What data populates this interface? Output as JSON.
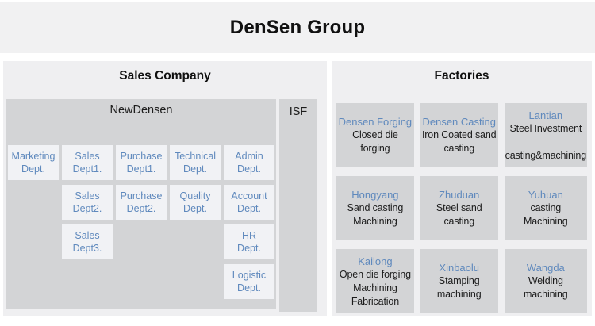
{
  "page": {
    "title": "DenSen Group"
  },
  "colors": {
    "header_bg": "#f1f1f2",
    "section_bg": "#efeff1",
    "panel_gray": "#d3d4d6",
    "dept_box_bg": "#f1f2f5",
    "accent_blue": "#5f89bd",
    "text_dark": "#1c1c1c"
  },
  "sales": {
    "heading": "Sales Company",
    "group_label": "NewDensen",
    "isf_label": "ISF",
    "departments": [
      {
        "label": "Marketing\nDept."
      },
      {
        "label": "Sales\nDept1."
      },
      {
        "label": "Purchase\nDept1."
      },
      {
        "label": "Technical\nDept."
      },
      {
        "label": "Admin\nDept."
      },
      {
        "label": "Sales\nDept2."
      },
      {
        "label": "Purchase\nDept2."
      },
      {
        "label": "Quality\nDept."
      },
      {
        "label": "Account\nDept."
      },
      {
        "label": "Sales\nDept3."
      },
      {
        "label": "HR\nDept."
      },
      {
        "label": "Logistic\nDept."
      }
    ]
  },
  "factories": {
    "heading": "Factories",
    "items": [
      {
        "name": "Densen Forging",
        "desc": "Closed die forging"
      },
      {
        "name": "Densen Casting",
        "desc": "Iron Coated sand\ncasting"
      },
      {
        "name": "Lantian",
        "desc": "Steel Investment\n\ncasting&machining"
      },
      {
        "name": "Hongyang",
        "desc": "Sand casting\nMachining"
      },
      {
        "name": "Zhuduan",
        "desc": "Steel sand casting"
      },
      {
        "name": "Yuhuan",
        "desc": "casting\nMachining"
      },
      {
        "name": "Kailong",
        "desc": "Open die forging\nMachining\nFabrication"
      },
      {
        "name": "Xinbaolu",
        "desc": "Stamping\nmachining"
      },
      {
        "name": "Wangda",
        "desc": "Welding\nmachining"
      }
    ]
  }
}
